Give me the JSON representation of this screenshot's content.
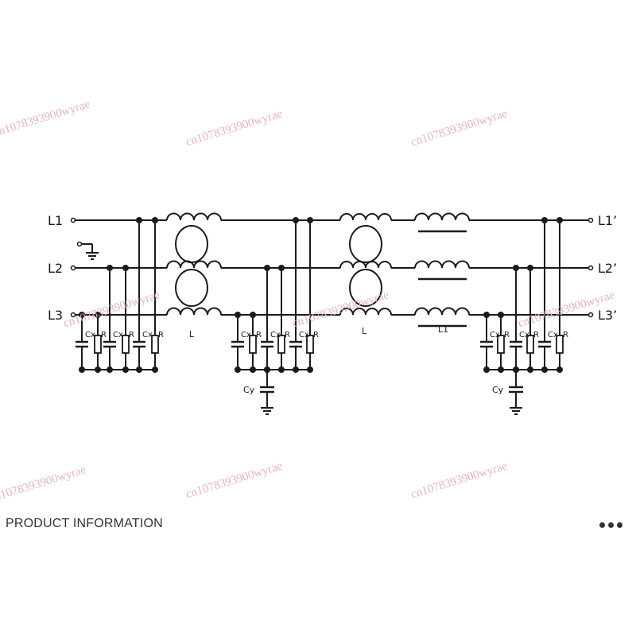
{
  "schematic": {
    "inputs": [
      "L1",
      "L2",
      "L3"
    ],
    "outputs": [
      "L1’",
      "L2’",
      "L3’"
    ],
    "labels": {
      "choke": "L",
      "inductor": "L1",
      "cy": "Cy",
      "cx": "Cx",
      "r": "R"
    }
  },
  "watermarks": [
    "cn1078393900wyrae",
    "cn1078393900wyrae",
    "cn1078393900wyrae",
    "cn1078393900wyrae",
    "cn1078393900wyrae",
    "cn1078393900wyrae",
    "cn1078393900wyrae",
    "cn1078393900wyrae",
    "cn1078393900wyrae"
  ],
  "info": {
    "title": "PRODUCT INFORMATION",
    "more_icon": "more-horizontal-icon"
  },
  "colors": {
    "background": "#ffffff",
    "line": "#1a1a1a",
    "watermark": "#e6b3b9",
    "text": "#333333"
  }
}
